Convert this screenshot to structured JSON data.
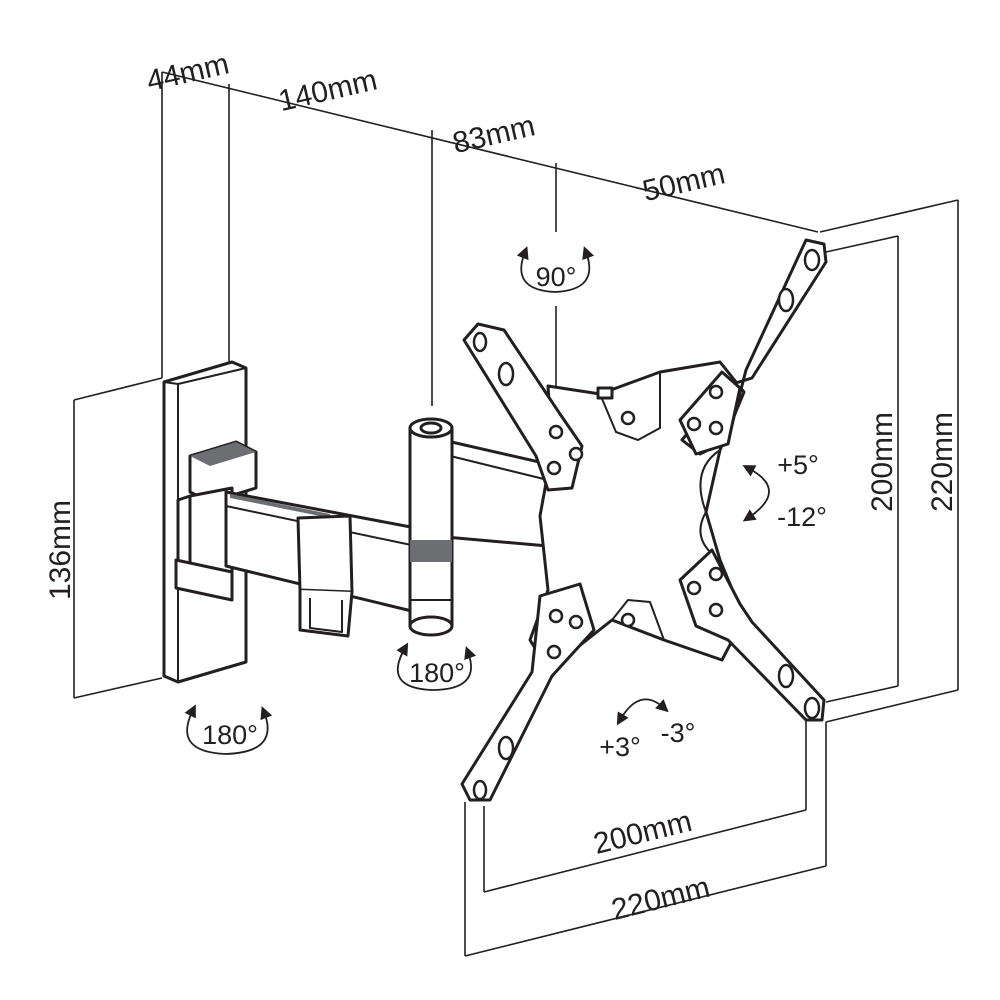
{
  "dimensions": {
    "wall_plate_depth": "44mm",
    "arm_segment_1": "140mm",
    "arm_segment_2": "83mm",
    "head_offset": "50mm",
    "wall_plate_height": "136mm",
    "vesa_vertical_inner": "200mm",
    "vesa_vertical_outer": "220mm",
    "vesa_horizontal_inner": "200mm",
    "vesa_horizontal_outer": "220mm"
  },
  "rotations": {
    "wall_swivel": "180°",
    "arm_swivel": "180°",
    "head_swivel": "90°",
    "tilt_up": "+5°",
    "tilt_down": "-12°",
    "rotate_plus": "+3°",
    "rotate_minus": "-3°"
  },
  "colors": {
    "line": "#231f20",
    "shade": "#6d6e71",
    "background": "#ffffff"
  }
}
